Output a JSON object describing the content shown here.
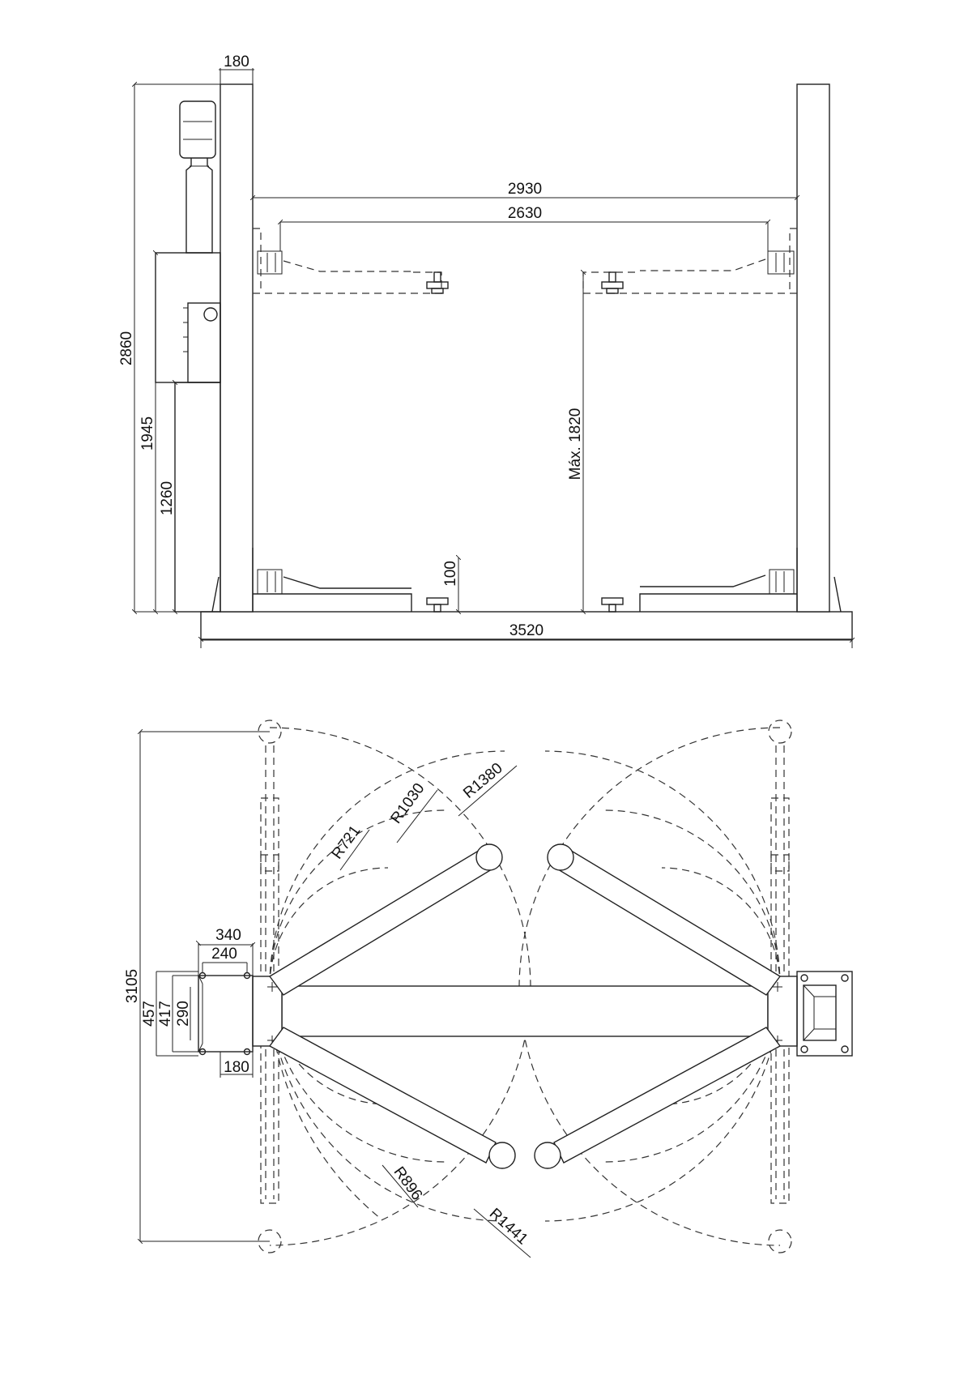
{
  "front_view": {
    "column_width": "180",
    "total_height": "2860",
    "outer_width": "2930",
    "inner_width": "2630",
    "height_1945": "1945",
    "height_1260": "1260",
    "max_lift": "Máx. 1820",
    "pad_height": "100",
    "base_width": "3520"
  },
  "top_view": {
    "plate_340": "340",
    "plate_240": "240",
    "plate_457": "457",
    "plate_417": "417",
    "plate_290": "290",
    "plate_180": "180",
    "overall_3105": "3105",
    "r721": "R721",
    "r1030": "R1030",
    "r1380": "R1380",
    "r896": "R896",
    "r1441": "R1441"
  }
}
